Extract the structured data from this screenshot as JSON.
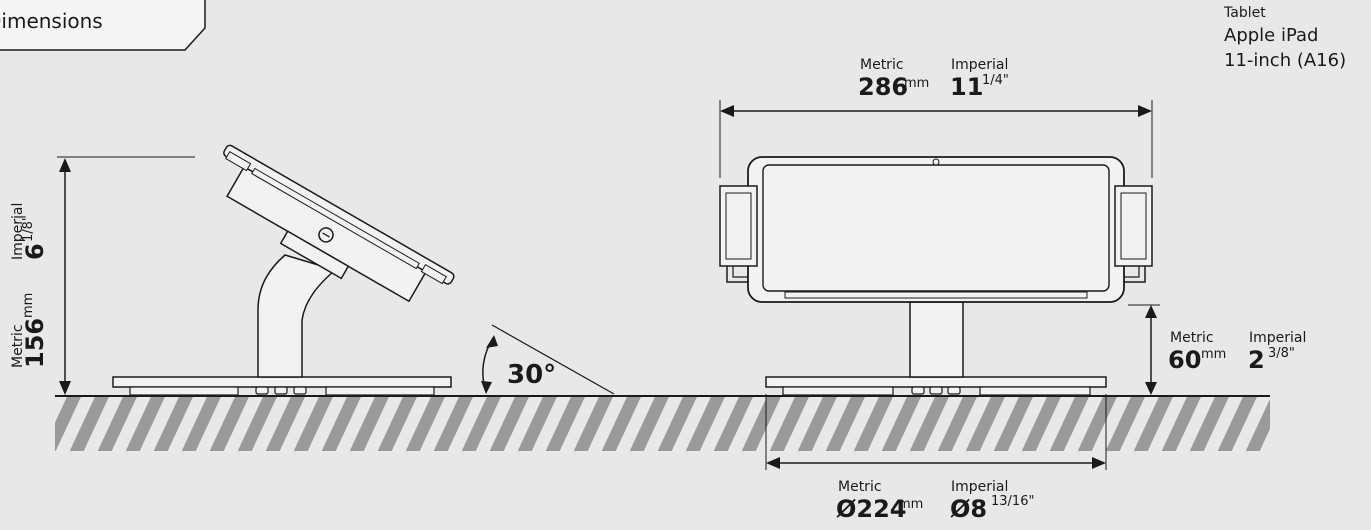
{
  "header": {
    "tab_label": "Dimensions"
  },
  "tablet": {
    "caption": "Tablet",
    "model_line1": "Apple iPad",
    "model_line2": "11-inch (A16)"
  },
  "width_dim": {
    "metric_label": "Metric",
    "imperial_label": "Imperial",
    "metric_value": "286",
    "metric_unit": "mm",
    "imperial_whole": "11",
    "imperial_frac": "1/4\""
  },
  "height_dim": {
    "metric_label": "Metric",
    "imperial_label": "Imperial",
    "metric_value": "156",
    "metric_unit": "mm",
    "imperial_whole": "6",
    "imperial_frac": "1/8\""
  },
  "angle": {
    "value": "30°"
  },
  "stem_dim": {
    "metric_label": "Metric",
    "imperial_label": "Imperial",
    "metric_value": "60",
    "metric_unit": "mm",
    "imperial_whole": "2",
    "imperial_frac": "3/8\""
  },
  "base_dim": {
    "metric_label": "Metric",
    "imperial_label": "Imperial",
    "metric_value": "Ø224",
    "metric_unit": "mm",
    "imperial_whole": "Ø8",
    "imperial_frac": "13/16\""
  },
  "colors": {
    "background": "#e8e8e8",
    "ink": "#1a1a1a",
    "hatch": "#9a9a9a"
  }
}
